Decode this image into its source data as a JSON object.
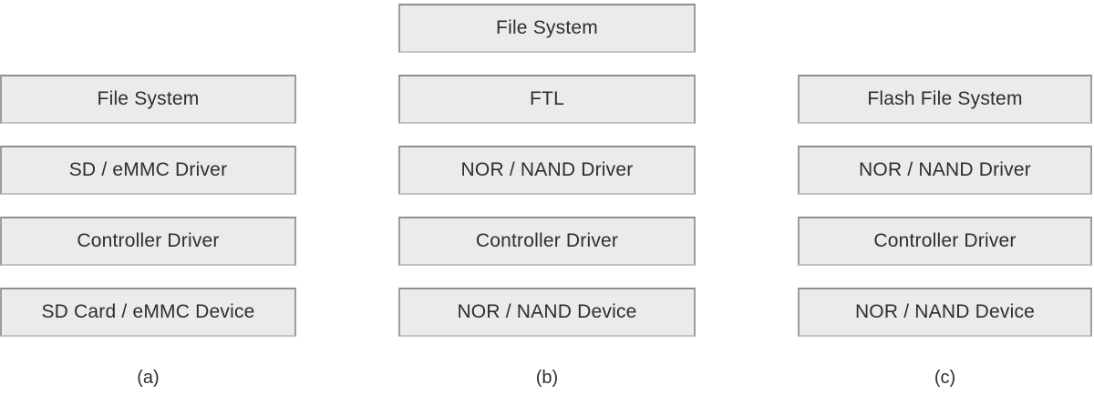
{
  "diagram": {
    "title": "storage-stack-comparison",
    "columns": [
      {
        "caption": "(a)",
        "boxes": [
          "File System",
          "SD / eMMC Driver",
          "Controller Driver",
          "SD Card / eMMC Device"
        ]
      },
      {
        "caption": "(b)",
        "boxes": [
          "File System",
          "FTL",
          "NOR / NAND Driver",
          "Controller Driver",
          "NOR / NAND Device"
        ]
      },
      {
        "caption": "(c)",
        "boxes": [
          "Flash File System",
          "NOR / NAND Driver",
          "Controller Driver",
          "NOR / NAND Device"
        ]
      }
    ],
    "colors": {
      "background": "#ffffff",
      "box_fill": "#ebebeb",
      "box_border": "#9d9d9d",
      "box_border_top": "#8f8f8f",
      "box_border_bottom": "#c2c2c2",
      "text": "#2e2e2e"
    }
  }
}
